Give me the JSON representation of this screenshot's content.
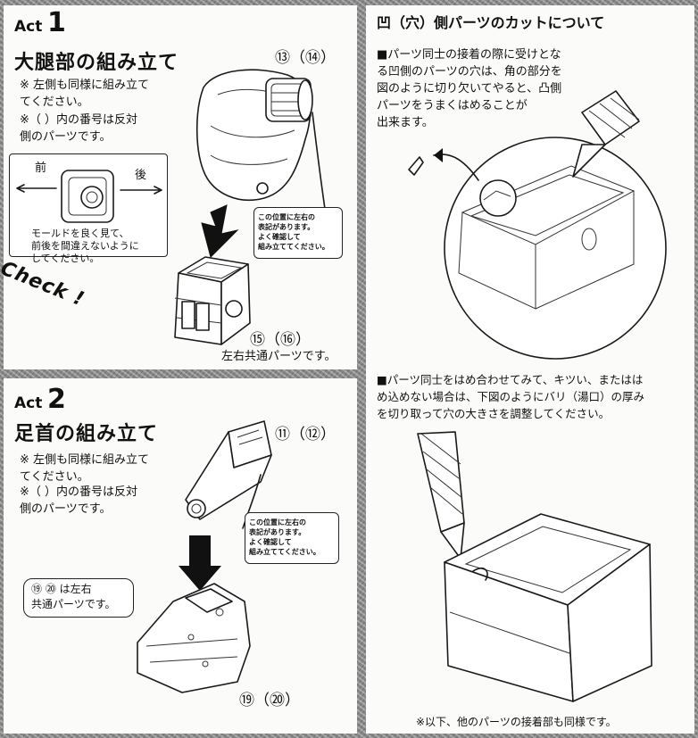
{
  "act1": {
    "act_word": "Act",
    "act_num": "1",
    "title": "大腿部の組み立て",
    "note1": "※ 左側も同様に組み立て\nてください。",
    "note2": "※（ ）内の番号は反対\n側のパーツです。",
    "front_label": "前",
    "back_label": "後",
    "mold_note": "モールドを良く見て、\n前後を間違えないように\nしてください。",
    "check": "Check !",
    "part_upper": "⑬（⑭）",
    "part_lower": "⑮（⑯）",
    "common_note": "左右共通パーツです。",
    "callout": "この位置に左右の\n表記があります。\nよく確認して\n組み立ててください。"
  },
  "act2": {
    "act_word": "Act",
    "act_num": "2",
    "title": "足首の組み立て",
    "note1": "※ 左側も同様に組み立て\nてください。",
    "note2": "※（ ）内の番号は反対\n側のパーツです。",
    "part_upper": "⑪（⑫）",
    "part_lower": "⑲（⑳）",
    "common_bubble": "⑲ ⑳ は左右\n共通パーツです。",
    "callout": "この位置に左右の\n表記があります。\nよく確認して\n組み立ててください。"
  },
  "right": {
    "title": "凹（穴）側パーツのカットについて",
    "para1": "■パーツ同士の接着の際に受けとな\nる凹側のパーツの穴は、角の部分を\n図のように切り欠いてやると、凸側\nパーツをうまくはめることが\n出来ます。",
    "para2": "■パーツ同士をはめ合わせてみて、キツい、またはは\nめ込めない場合は、下図のようにバリ（湯口）の厚み\nを切り取って穴の大きさを調整してください。",
    "footer": "※以下、他のパーツの接着部も同様です。"
  }
}
